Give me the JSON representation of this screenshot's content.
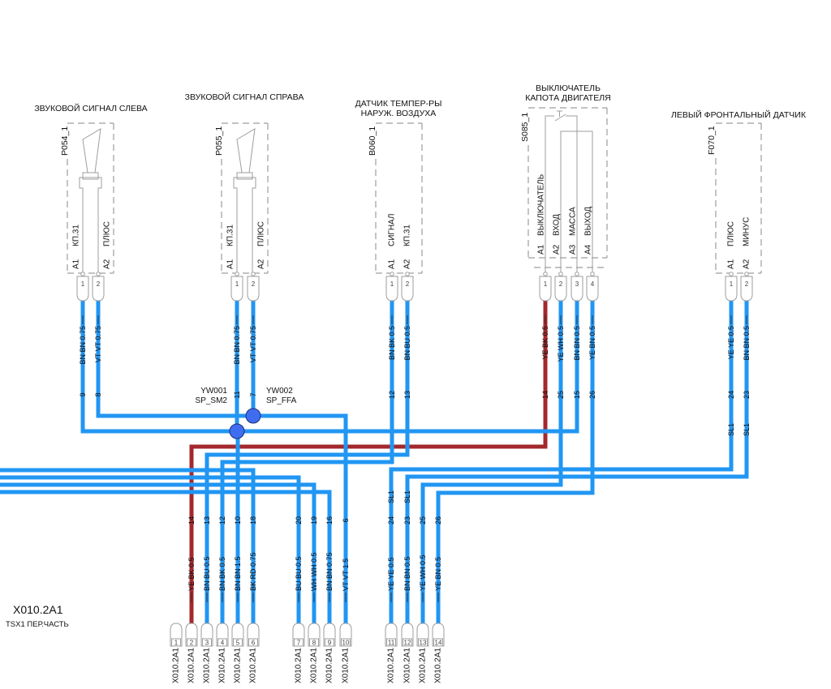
{
  "colors": {
    "wire_blue": "#2196F3",
    "wire_red": "#A3282C",
    "splice_fill": "#3F6DF0",
    "splice_stroke": "#1B2E78",
    "outline": "#9E9E9E"
  },
  "components": [
    {
      "title": [
        "ЗВУКОВОЙ СИГНАЛ СЛЕВА"
      ],
      "ref": "P054_1",
      "symbol": "horn-icon",
      "pins": [
        {
          "num": "1",
          "pos": "A1",
          "func": "КП.31",
          "wire": {
            "spec": "BN BN 0.75",
            "num": "9",
            "color": "blue"
          }
        },
        {
          "num": "2",
          "pos": "A2",
          "func": "ПЛЮС",
          "wire": {
            "spec": "VT VT 0.75",
            "num": "8",
            "color": "blue"
          }
        }
      ]
    },
    {
      "title": [
        "ЗВУКОВОЙ СИГНАЛ СПРАВА"
      ],
      "ref": "P055_1",
      "symbol": "horn-icon",
      "pins": [
        {
          "num": "1",
          "pos": "A1",
          "func": "КП.31",
          "wire": {
            "spec": "BN BN 0.75",
            "num": "11",
            "color": "blue"
          }
        },
        {
          "num": "2",
          "pos": "A2",
          "func": "ПЛЮС",
          "wire": {
            "spec": "VT VT 0.75",
            "num": "7",
            "color": "blue"
          }
        }
      ]
    },
    {
      "title": [
        "ДАТЧИК ТЕМПЕР-РЫ",
        "НАРУЖ. ВОЗДУХА"
      ],
      "ref": "B060_1",
      "symbol": "sensor",
      "pins": [
        {
          "num": "1",
          "pos": "A1",
          "func": "СИГНАЛ",
          "wire": {
            "spec": "BN BK 0.5",
            "num": "12",
            "color": "blue"
          }
        },
        {
          "num": "2",
          "pos": "A2",
          "func": "КП.31",
          "wire": {
            "spec": "BN BU 0.5",
            "num": "13",
            "color": "blue"
          }
        }
      ]
    },
    {
      "title": [
        "ВЫКЛЮЧАТЕЛЬ",
        "КАПОТА ДВИГАТЕЛЯ"
      ],
      "ref": "S085_1",
      "symbol": "switch-icon",
      "pins": [
        {
          "num": "1",
          "pos": "A1",
          "func": "ВЫКЛЮЧАТЕЛЬ",
          "wire": {
            "spec": "YE BK 0.5",
            "num": "14",
            "color": "red"
          }
        },
        {
          "num": "2",
          "pos": "A2",
          "func": "ВХОД",
          "wire": {
            "spec": "YE WH 0.5",
            "num": "25",
            "color": "blue"
          }
        },
        {
          "num": "3",
          "pos": "A3",
          "func": "МАССА",
          "wire": {
            "spec": "BN BN 0.5",
            "num": "15",
            "color": "blue"
          }
        },
        {
          "num": "4",
          "pos": "A4",
          "func": "ВЫХОД",
          "wire": {
            "spec": "YE BN 0.5",
            "num": "26",
            "color": "blue"
          }
        }
      ]
    },
    {
      "title": [
        "ЛЕВЫЙ ФРОНТАЛЬНЫЙ ДАТЧИК"
      ],
      "ref": "F070_1",
      "symbol": "sensor",
      "pins": [
        {
          "num": "1",
          "pos": "A1",
          "func": "ПЛЮС",
          "wire": {
            "spec": "YE YE 0.5",
            "num": "24",
            "shield": "SL1",
            "color": "blue"
          }
        },
        {
          "num": "2",
          "pos": "A2",
          "func": "МИНУС",
          "wire": {
            "spec": "BN BN 0.5",
            "num": "23",
            "shield": "SL1",
            "color": "blue"
          }
        }
      ]
    }
  ],
  "splices": [
    {
      "id": "YW001",
      "name": "SP_SM2"
    },
    {
      "id": "YW002",
      "name": "SP_FFA"
    }
  ],
  "connector": {
    "ref": "X010.2A1",
    "description": "TSX1 ПЕР.ЧАСТЬ",
    "pin_label": "X010.2A1",
    "pins": [
      {
        "num": "1"
      },
      {
        "num": "2",
        "wire": {
          "spec": "YE BK 0.5",
          "num": "14",
          "color": "red"
        }
      },
      {
        "num": "3",
        "wire": {
          "spec": "BN BU 0.5",
          "num": "13",
          "color": "blue"
        }
      },
      {
        "num": "4",
        "wire": {
          "spec": "BN BK 0.5",
          "num": "12",
          "color": "blue"
        }
      },
      {
        "num": "5",
        "wire": {
          "spec": "BN BN 1.5",
          "num": "10",
          "color": "blue"
        }
      },
      {
        "num": "6",
        "wire": {
          "spec": "BK RD 0.75",
          "num": "18",
          "color": "blue"
        }
      },
      {
        "num": "7",
        "wire": {
          "spec": "BU BU 0.5",
          "num": "20",
          "color": "blue"
        }
      },
      {
        "num": "8",
        "wire": {
          "spec": "WH WH 0.5",
          "num": "19",
          "color": "blue"
        }
      },
      {
        "num": "9",
        "wire": {
          "spec": "BN BN 0.75",
          "num": "16",
          "color": "blue"
        }
      },
      {
        "num": "10",
        "wire": {
          "spec": "VT VT 1.5",
          "num": "6",
          "color": "blue"
        }
      },
      {
        "num": "11",
        "wire": {
          "spec": "YE YE 0.5",
          "num": "24",
          "shield": "SL1",
          "color": "blue"
        }
      },
      {
        "num": "12",
        "wire": {
          "spec": "BN BN 0.5",
          "num": "23",
          "shield": "SL1",
          "color": "blue"
        }
      },
      {
        "num": "13",
        "wire": {
          "spec": "YE WH 0.5",
          "num": "25",
          "color": "blue"
        }
      },
      {
        "num": "14",
        "wire": {
          "spec": "YE BN 0.5",
          "num": "26",
          "color": "blue"
        }
      }
    ]
  }
}
